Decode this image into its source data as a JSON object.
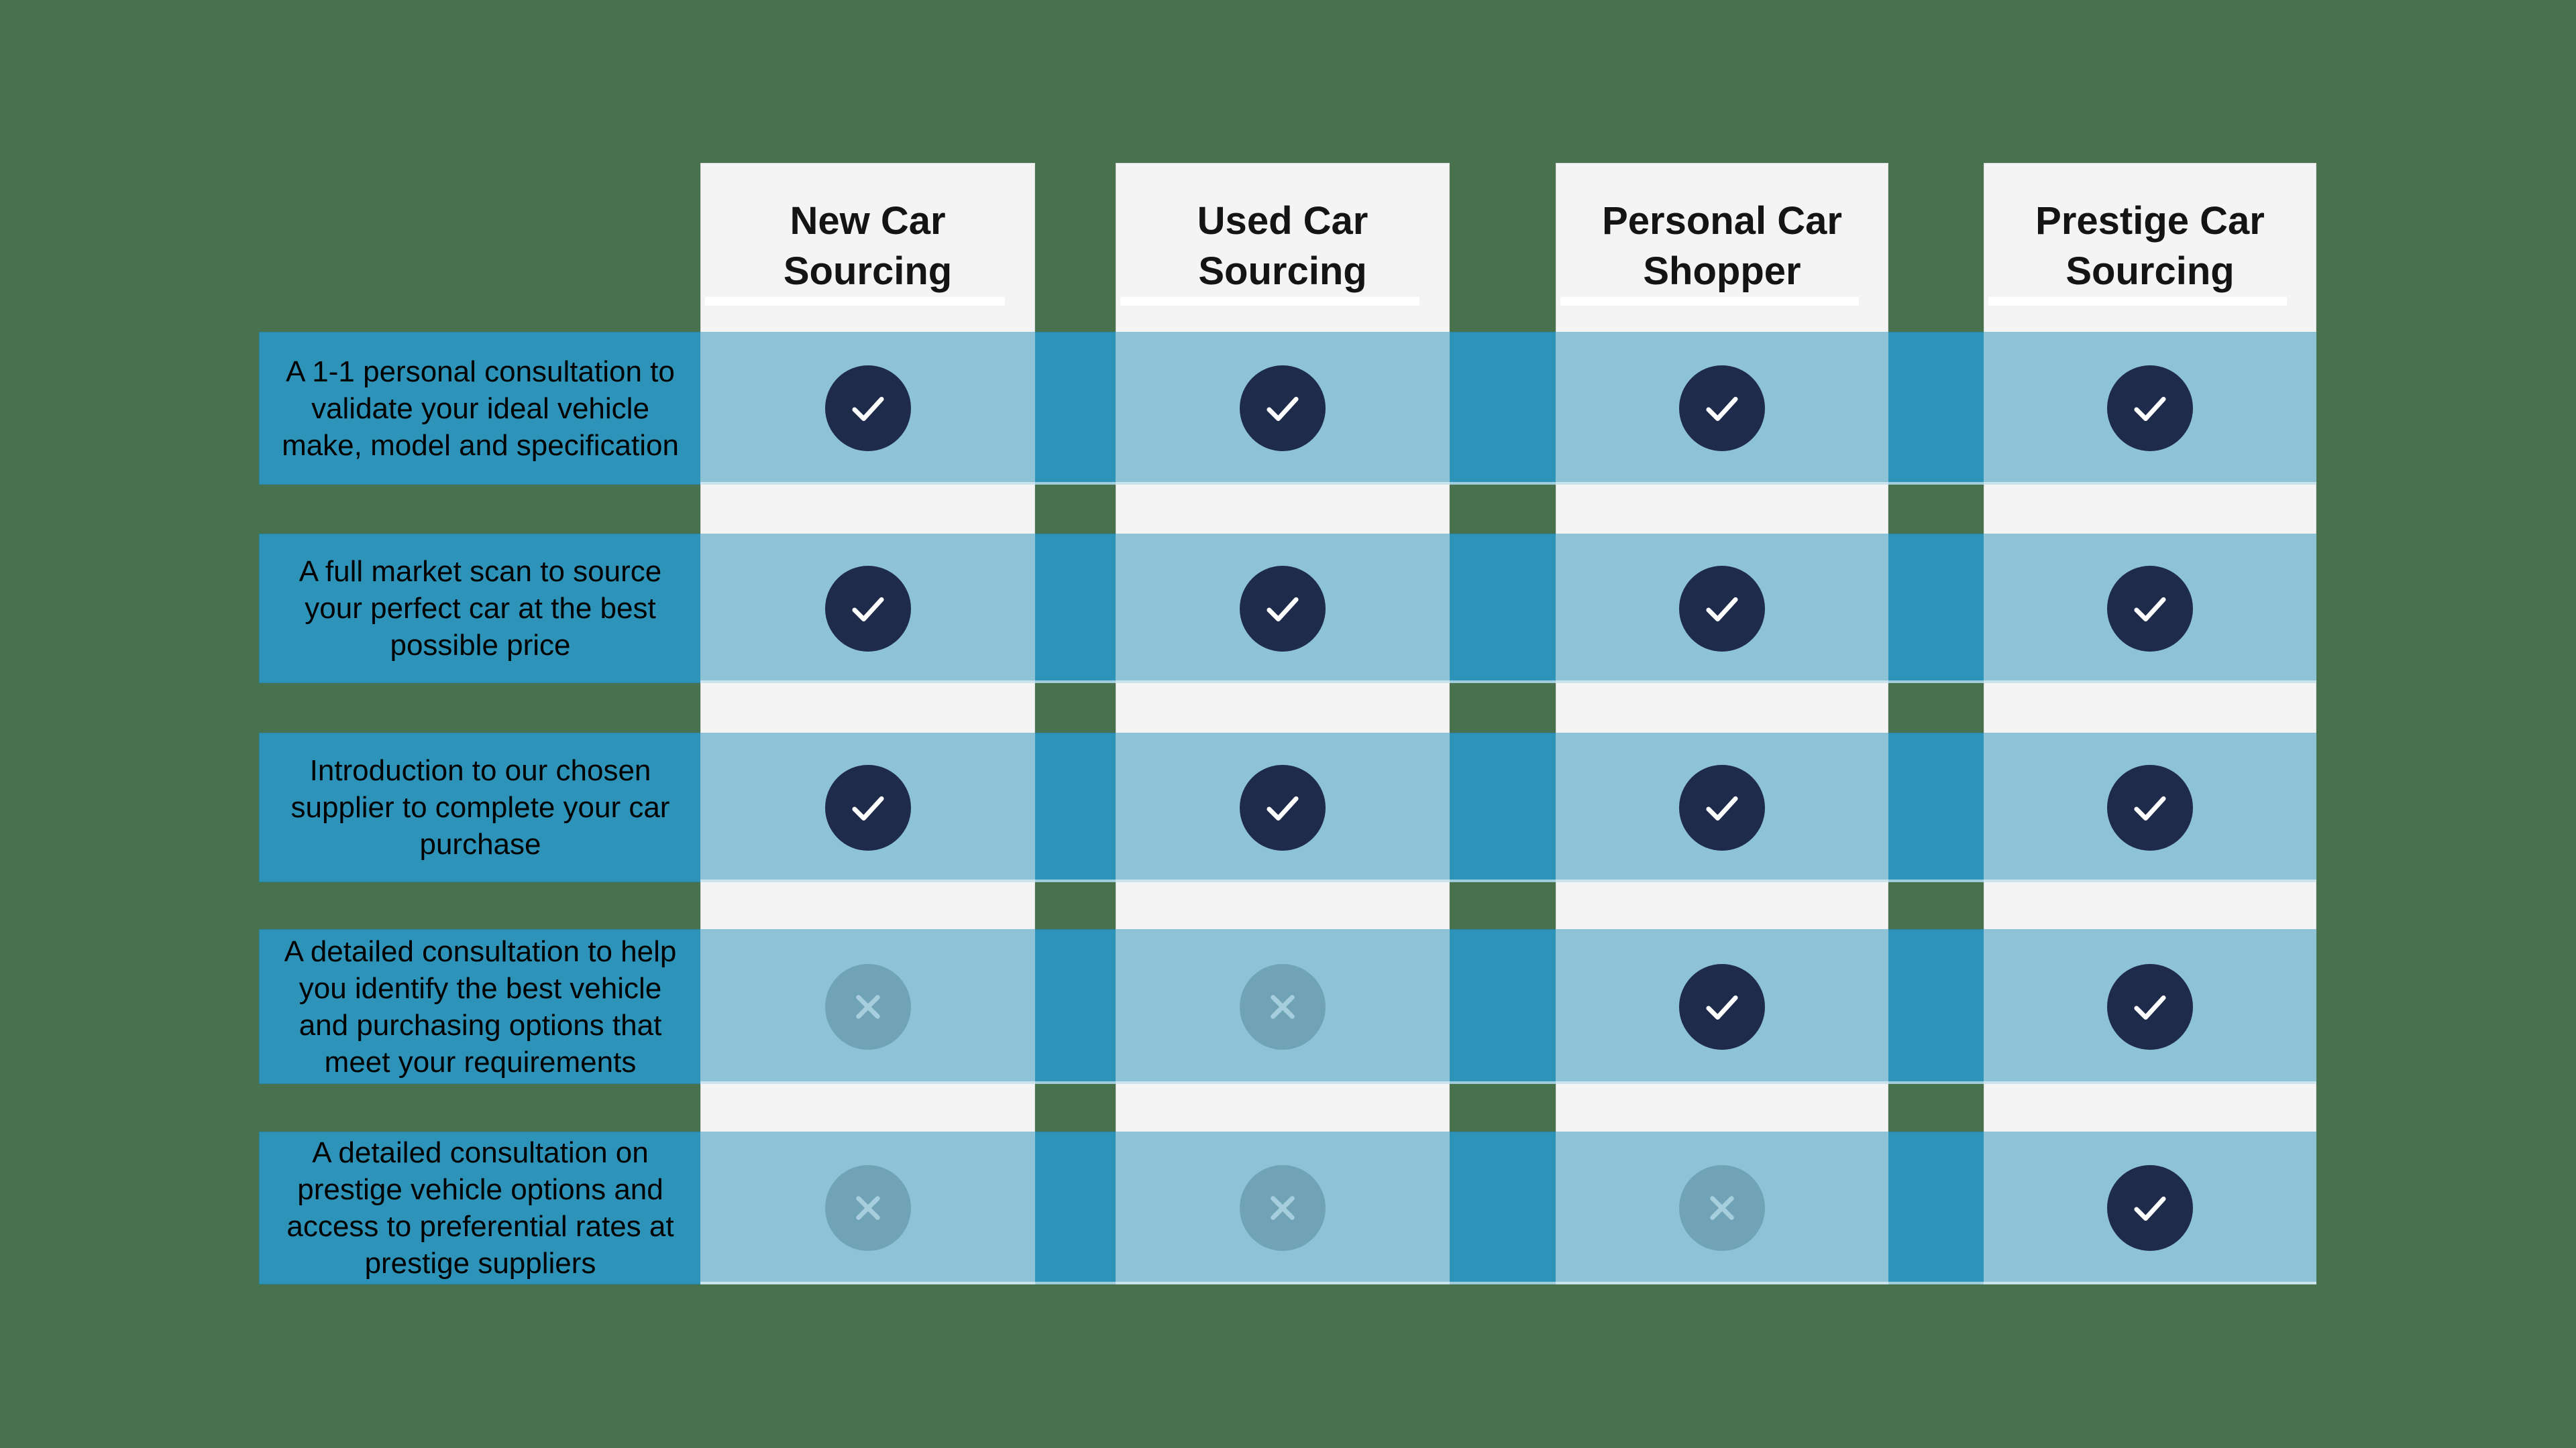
{
  "colors": {
    "background": "#48714D",
    "row_teal": "#2E93B8",
    "cell_blue": "#8DC2D7",
    "card_gray": "#F4F4F4",
    "check_circle": "#1F2B4A",
    "check_mark": "#FFFFFF",
    "cross_circle": "#6FA3B5",
    "cross_mark": "#A6CEDC",
    "underline": "#FFFFFF",
    "header_text": "#141414",
    "label_text": "#000000"
  },
  "icons": {
    "available": "check-icon",
    "unavailable": "cross-icon"
  },
  "columns": [
    {
      "title": "New Car\nSourcing"
    },
    {
      "title": "Used Car\nSourcing"
    },
    {
      "title": "Personal Car\nShopper"
    },
    {
      "title": "Prestige Car\nSourcing"
    }
  ],
  "rows": [
    {
      "label": "A 1-1 personal consultation to\nvalidate your ideal vehicle\nmake, model and specification",
      "cells": [
        "check",
        "check",
        "check",
        "check"
      ]
    },
    {
      "label": "A full market scan to source\nyour perfect car at the best\npossible price",
      "cells": [
        "check",
        "check",
        "check",
        "check"
      ]
    },
    {
      "label": "Introduction to our chosen\nsupplier to complete your car\npurchase",
      "cells": [
        "check",
        "check",
        "check",
        "check"
      ]
    },
    {
      "label": "A detailed consultation to help\nyou identify the best vehicle\nand purchasing options that\nmeet your requirements",
      "cells": [
        "cross",
        "cross",
        "check",
        "check"
      ]
    },
    {
      "label": "A detailed consultation on\nprestige vehicle options and\naccess to preferential rates at\nprestige suppliers",
      "cells": [
        "cross",
        "cross",
        "cross",
        "check"
      ]
    }
  ]
}
